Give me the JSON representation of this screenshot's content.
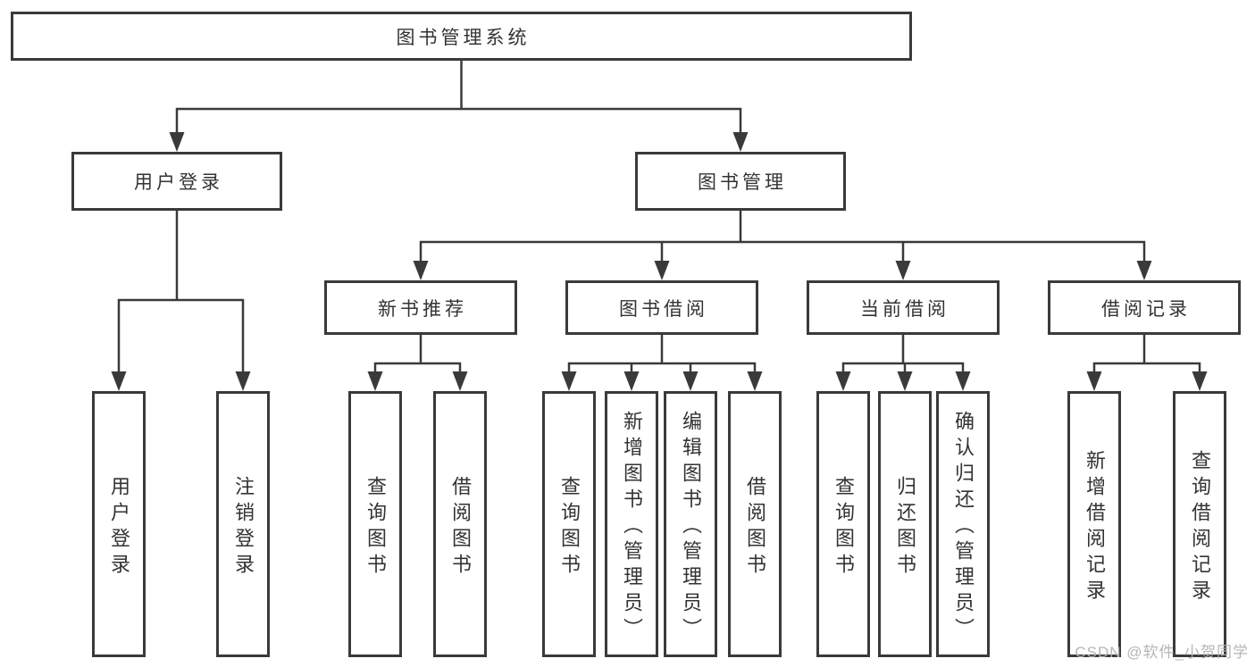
{
  "diagram": {
    "nodes": {
      "root": "图书管理系统",
      "user_login": "用户登录",
      "book_management": "图书管理",
      "new_book_recommend": "新书推荐",
      "book_borrowing": "图书借阅",
      "current_borrowing": "当前借阅",
      "borrowing_records": "借阅记录",
      "leaf_user_login": "用户登录",
      "leaf_logout": "注销登录",
      "leaf_rec_query_books": "查询图书",
      "leaf_rec_borrow_books": "借阅图书",
      "leaf_bb_query_books": "查询图书",
      "leaf_bb_add_books": "新增图书（管理员）",
      "leaf_bb_edit_books": "编辑图书（管理员）",
      "leaf_bb_borrow_books": "借阅图书",
      "leaf_cb_query_books": "查询图书",
      "leaf_cb_return_books": "归还图书",
      "leaf_cb_confirm_return": "确认归还（管理员）",
      "leaf_br_add_record": "新增借阅记录",
      "leaf_br_query_record": "查询借阅记录"
    },
    "colors": {
      "line": "#3a3a3a",
      "text": "#333333",
      "background": "#ffffff",
      "watermark": "#b2b2b2"
    }
  },
  "watermark": "CSDN @软件_小贺同学"
}
